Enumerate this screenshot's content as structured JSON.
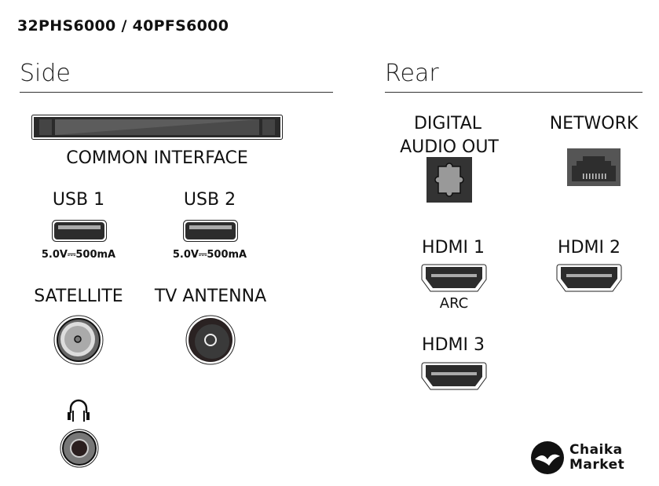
{
  "title": "32PHS6000 / 40PFS6000",
  "side": {
    "heading": "Side",
    "common_interface": "COMMON INTERFACE",
    "usb1": {
      "label": "USB 1",
      "rating": "5.0V⎓500mA"
    },
    "usb2": {
      "label": "USB 2",
      "rating": "5.0V⎓500mA"
    },
    "satellite": "SATELLITE",
    "tv_antenna": "TV ANTENNA",
    "headphone_icon": "headphones-icon"
  },
  "rear": {
    "heading": "Rear",
    "digital_audio_1": "DIGITAL",
    "digital_audio_2": "AUDIO OUT",
    "network": "NETWORK",
    "hdmi1": "HDMI 1",
    "arc": "ARC",
    "hdmi2": "HDMI 2",
    "hdmi3": "HDMI 3"
  },
  "watermark": {
    "line1": "Chaika",
    "line2": "Market"
  }
}
